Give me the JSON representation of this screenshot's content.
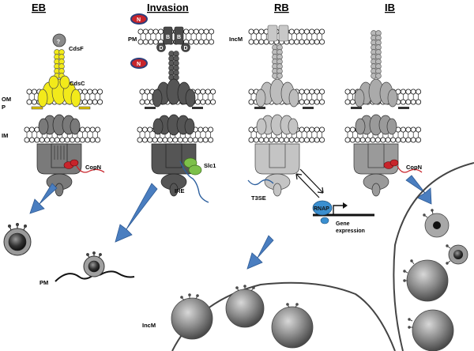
{
  "panels": {
    "eb": "EB",
    "invasion": "Invasion",
    "rb": "RB",
    "ib": "IB"
  },
  "labels": {
    "question_mark": "?",
    "cdsf": "CdsF",
    "cdsc": "CdsC",
    "om": "OM",
    "p": "P",
    "im": "IM",
    "copn": "CopN",
    "copn_ib": "CopN",
    "pm_top": "PM",
    "n_top": "N",
    "n_bottom": "N",
    "b_left": "B",
    "b_right": "B",
    "d_left": "D",
    "d_right": "D",
    "slc1": "Slc1",
    "ire": "IRE",
    "incm_top": "IncM",
    "t3se": "T3SE",
    "rnap": "RNAP",
    "gene_expression": "Gene expression",
    "pm_bottom": "PM",
    "incm_bottom": "IncM"
  },
  "colors": {
    "membrane": "#111111",
    "eb_needle": "#f2ea1a",
    "invasion_body": "#555555",
    "rb_body": "#bdbdbd",
    "ib_body": "#aaaaaa",
    "arrow_blue": "#4a7ec0",
    "copn_red": "#c8242b",
    "slc1_green": "#7cc04a",
    "rnap_blue": "#3a8fd0",
    "cell_gray": "#8a8a8a"
  }
}
